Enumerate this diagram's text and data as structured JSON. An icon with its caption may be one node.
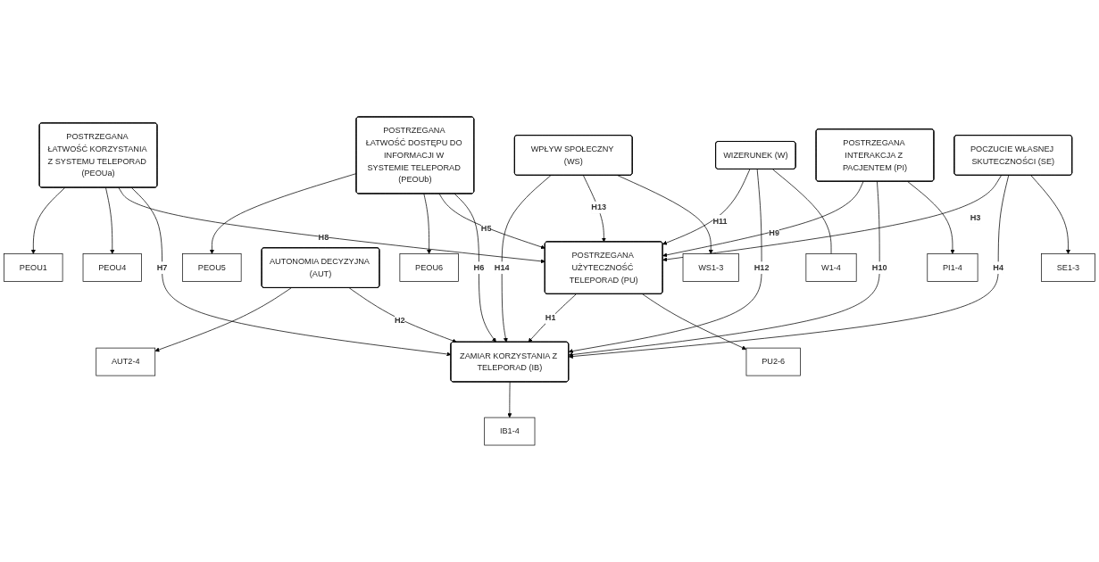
{
  "diagram": {
    "nodes": [
      {
        "text": [
          "PEOU1"
        ]
      },
      {
        "text": [
          "PEOU4"
        ]
      },
      {
        "text": [
          "PEOU5"
        ]
      },
      {
        "text": [
          "PEOU6"
        ]
      },
      {
        "text": [
          "POSTRZEGANA ŁATWOŚĆ KORZYSTANIA Z SYSTEMU TELEPORAD (PEOUa)"
        ]
      },
      {
        "text": [
          "POSTRZEGANA ŁATWOŚĆ DOSTĘPU DO INFORMACJI W SYSTEMIE TELEPORAD (PEOUb)"
        ]
      },
      {
        "text": [
          "AUT2-4"
        ]
      },
      {
        "text": [
          "AUTONOMIA DECYZYJNA (AUT)"
        ]
      },
      {
        "text": [
          "WPŁYW SPOŁECZNY (WS)"
        ]
      },
      {
        "text": [
          "POSTRZEGANA UŻYTECZNOŚĆ TELEPORAD (PU)"
        ]
      },
      {
        "text": [
          "ZAMIAR KORZYSTANIA Z TELEPORAD (IB)"
        ]
      },
      {
        "text": [
          "WS1-3"
        ]
      },
      {
        "text": [
          "IB1-4"
        ]
      },
      {
        "text": [
          "PU2-6"
        ]
      },
      {
        "text": [
          "WIZERUNEK (W)"
        ]
      },
      {
        "text": [
          "W1-4"
        ]
      },
      {
        "text": [
          "POSTRZEGANA INTERAKCJA Z PACJENTEM (PI)"
        ]
      },
      {
        "text": [
          "POCZUCIE WŁASNEJ SKUTECZNOŚCI (SE)"
        ]
      },
      {
        "text": [
          "PI1-4"
        ]
      },
      {
        "text": [
          "SE1-3"
        ]
      }
    ],
    "edges": [
      {
        "from": 4,
        "to": 0,
        "arrow": "to"
      },
      {
        "from": 4,
        "to": 1,
        "arrow": "to"
      },
      {
        "from": 5,
        "to": 2,
        "arrow": "to"
      },
      {
        "from": 5,
        "to": 3,
        "arrow": "to"
      },
      {
        "from": 7,
        "to": 6,
        "arrow": "to"
      },
      {
        "from": 4,
        "to": 9,
        "arrow": "to",
        "label": "H8"
      },
      {
        "from": 4,
        "to": 10,
        "arrow": "to",
        "label": "H7"
      },
      {
        "from": 5,
        "to": 9,
        "arrow": "to",
        "label": "H5"
      },
      {
        "from": 5,
        "to": 10,
        "arrow": "to",
        "label": "H6"
      },
      {
        "from": 7,
        "to": 10,
        "arrow": "to",
        "label": "H2"
      },
      {
        "from": 8,
        "to": 10,
        "arrow": "to",
        "label": "H14"
      },
      {
        "from": 8,
        "to": 9,
        "arrow": "to",
        "label": "H13"
      },
      {
        "from": 8,
        "to": 11,
        "arrow": "to"
      },
      {
        "from": 9,
        "to": 10,
        "arrow": "to",
        "label": "H1"
      },
      {
        "from": 10,
        "to": 12,
        "arrow": "to"
      },
      {
        "from": 9,
        "to": 13,
        "arrow": "to"
      },
      {
        "from": 14,
        "to": 9,
        "arrow": "to",
        "label": "H11"
      },
      {
        "from": 14,
        "to": 10,
        "arrow": "to",
        "label": "H12"
      },
      {
        "from": 14,
        "to": 15,
        "arrow": "none"
      },
      {
        "from": 16,
        "to": 9,
        "arrow": "to",
        "label": "H9"
      },
      {
        "from": 16,
        "to": 10,
        "arrow": "to",
        "label": "H10"
      },
      {
        "from": 17,
        "to": 9,
        "arrow": "to",
        "label": "H3"
      },
      {
        "from": 17,
        "to": 10,
        "arrow": "to",
        "label": "H4"
      },
      {
        "from": 16,
        "to": 18,
        "arrow": "to"
      },
      {
        "from": 17,
        "to": 19,
        "arrow": "to"
      }
    ]
  }
}
